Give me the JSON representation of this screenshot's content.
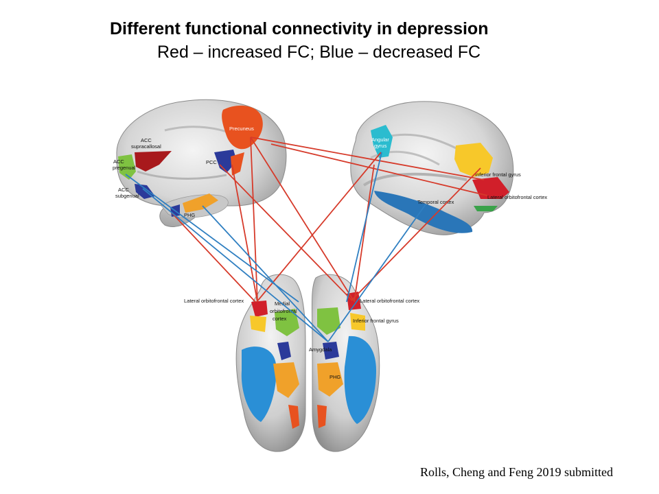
{
  "title": "Different functional connectivity in depression",
  "subtitle": "Red – increased FC; Blue – decreased FC",
  "credit": "Rolls, Cheng and Feng 2019 submitted",
  "legend_colors": {
    "increased": "#d63a2a",
    "decreased": "#2f7fc1"
  },
  "medial_view_labels": {
    "acc_supracallosal_1": "ACC",
    "acc_supracallosal_2": "supracallosal",
    "acc_pregenual_1": "ACC",
    "acc_pregenual_2": "pregenual",
    "acc_subgenual_1": "ACC",
    "acc_subgenual_2": "subgenual",
    "pcc": "PCC",
    "precuneus": "Precuneus",
    "phg": "PHG"
  },
  "lateral_view_labels": {
    "angular_gyrus_1": "Angular",
    "angular_gyrus_2": "gyrus",
    "inferior_frontal_gyrus": "Inferior frontal gyrus",
    "lateral_orbitofrontal_cortex": "Lateral orbitofrontal cortex",
    "temporal_cortex": "Temporal cortex"
  },
  "ventral_view_labels": {
    "lateral_ofc_left": "Lateral orbitofrontal cortex",
    "medial_ofc_1": "Medial",
    "medial_ofc_2": "orbitofrontal",
    "medial_ofc_3": "cortex",
    "lateral_ofc_right": "Lateral orbitofrontal cortex",
    "inferior_frontal_gyrus": "Inferior frontal gyrus",
    "amygdala": "Amygdala",
    "phg": "PHG"
  }
}
